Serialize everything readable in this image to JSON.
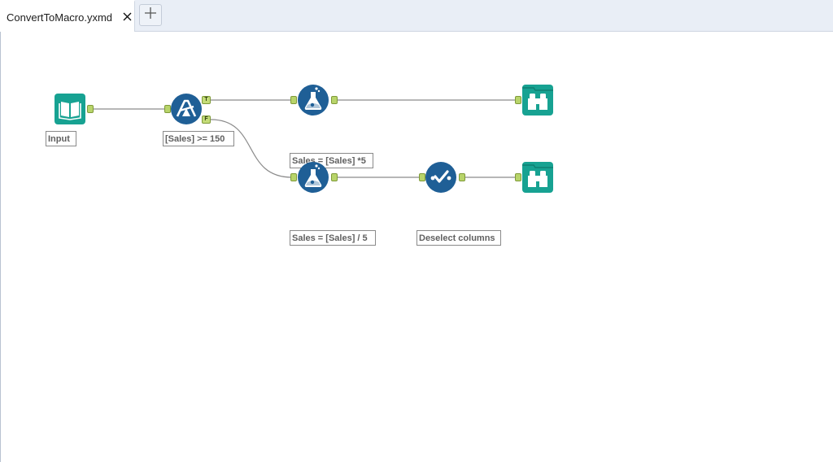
{
  "tabs": [
    {
      "label": "ConvertToMacro.yxmd",
      "active": true
    }
  ],
  "tab_close_icon": "close-icon",
  "new_tab_icon": "plus-icon",
  "colors": {
    "teal": "#17a292",
    "blue": "#1f5f96",
    "anchor": "#b8d46a",
    "wire": "#8c8c8c"
  },
  "workflow": {
    "tools": [
      {
        "id": "input",
        "type": "input-data",
        "icon": "book-icon",
        "annotation": "Input"
      },
      {
        "id": "filter",
        "type": "filter",
        "icon": "filter-icon",
        "annotation": "[Sales] >= 150",
        "true_label": "T",
        "false_label": "F"
      },
      {
        "id": "formula1",
        "type": "formula",
        "icon": "flask-icon",
        "annotation": "Sales = [Sales] *5"
      },
      {
        "id": "browse1",
        "type": "browse",
        "icon": "binoculars-icon",
        "annotation": ""
      },
      {
        "id": "formula2",
        "type": "formula",
        "icon": "flask-icon",
        "annotation": "Sales = [Sales] / 5"
      },
      {
        "id": "select",
        "type": "select",
        "icon": "checkmark-icon",
        "annotation": "Deselect columns"
      },
      {
        "id": "browse2",
        "type": "browse",
        "icon": "binoculars-icon",
        "annotation": ""
      }
    ]
  }
}
